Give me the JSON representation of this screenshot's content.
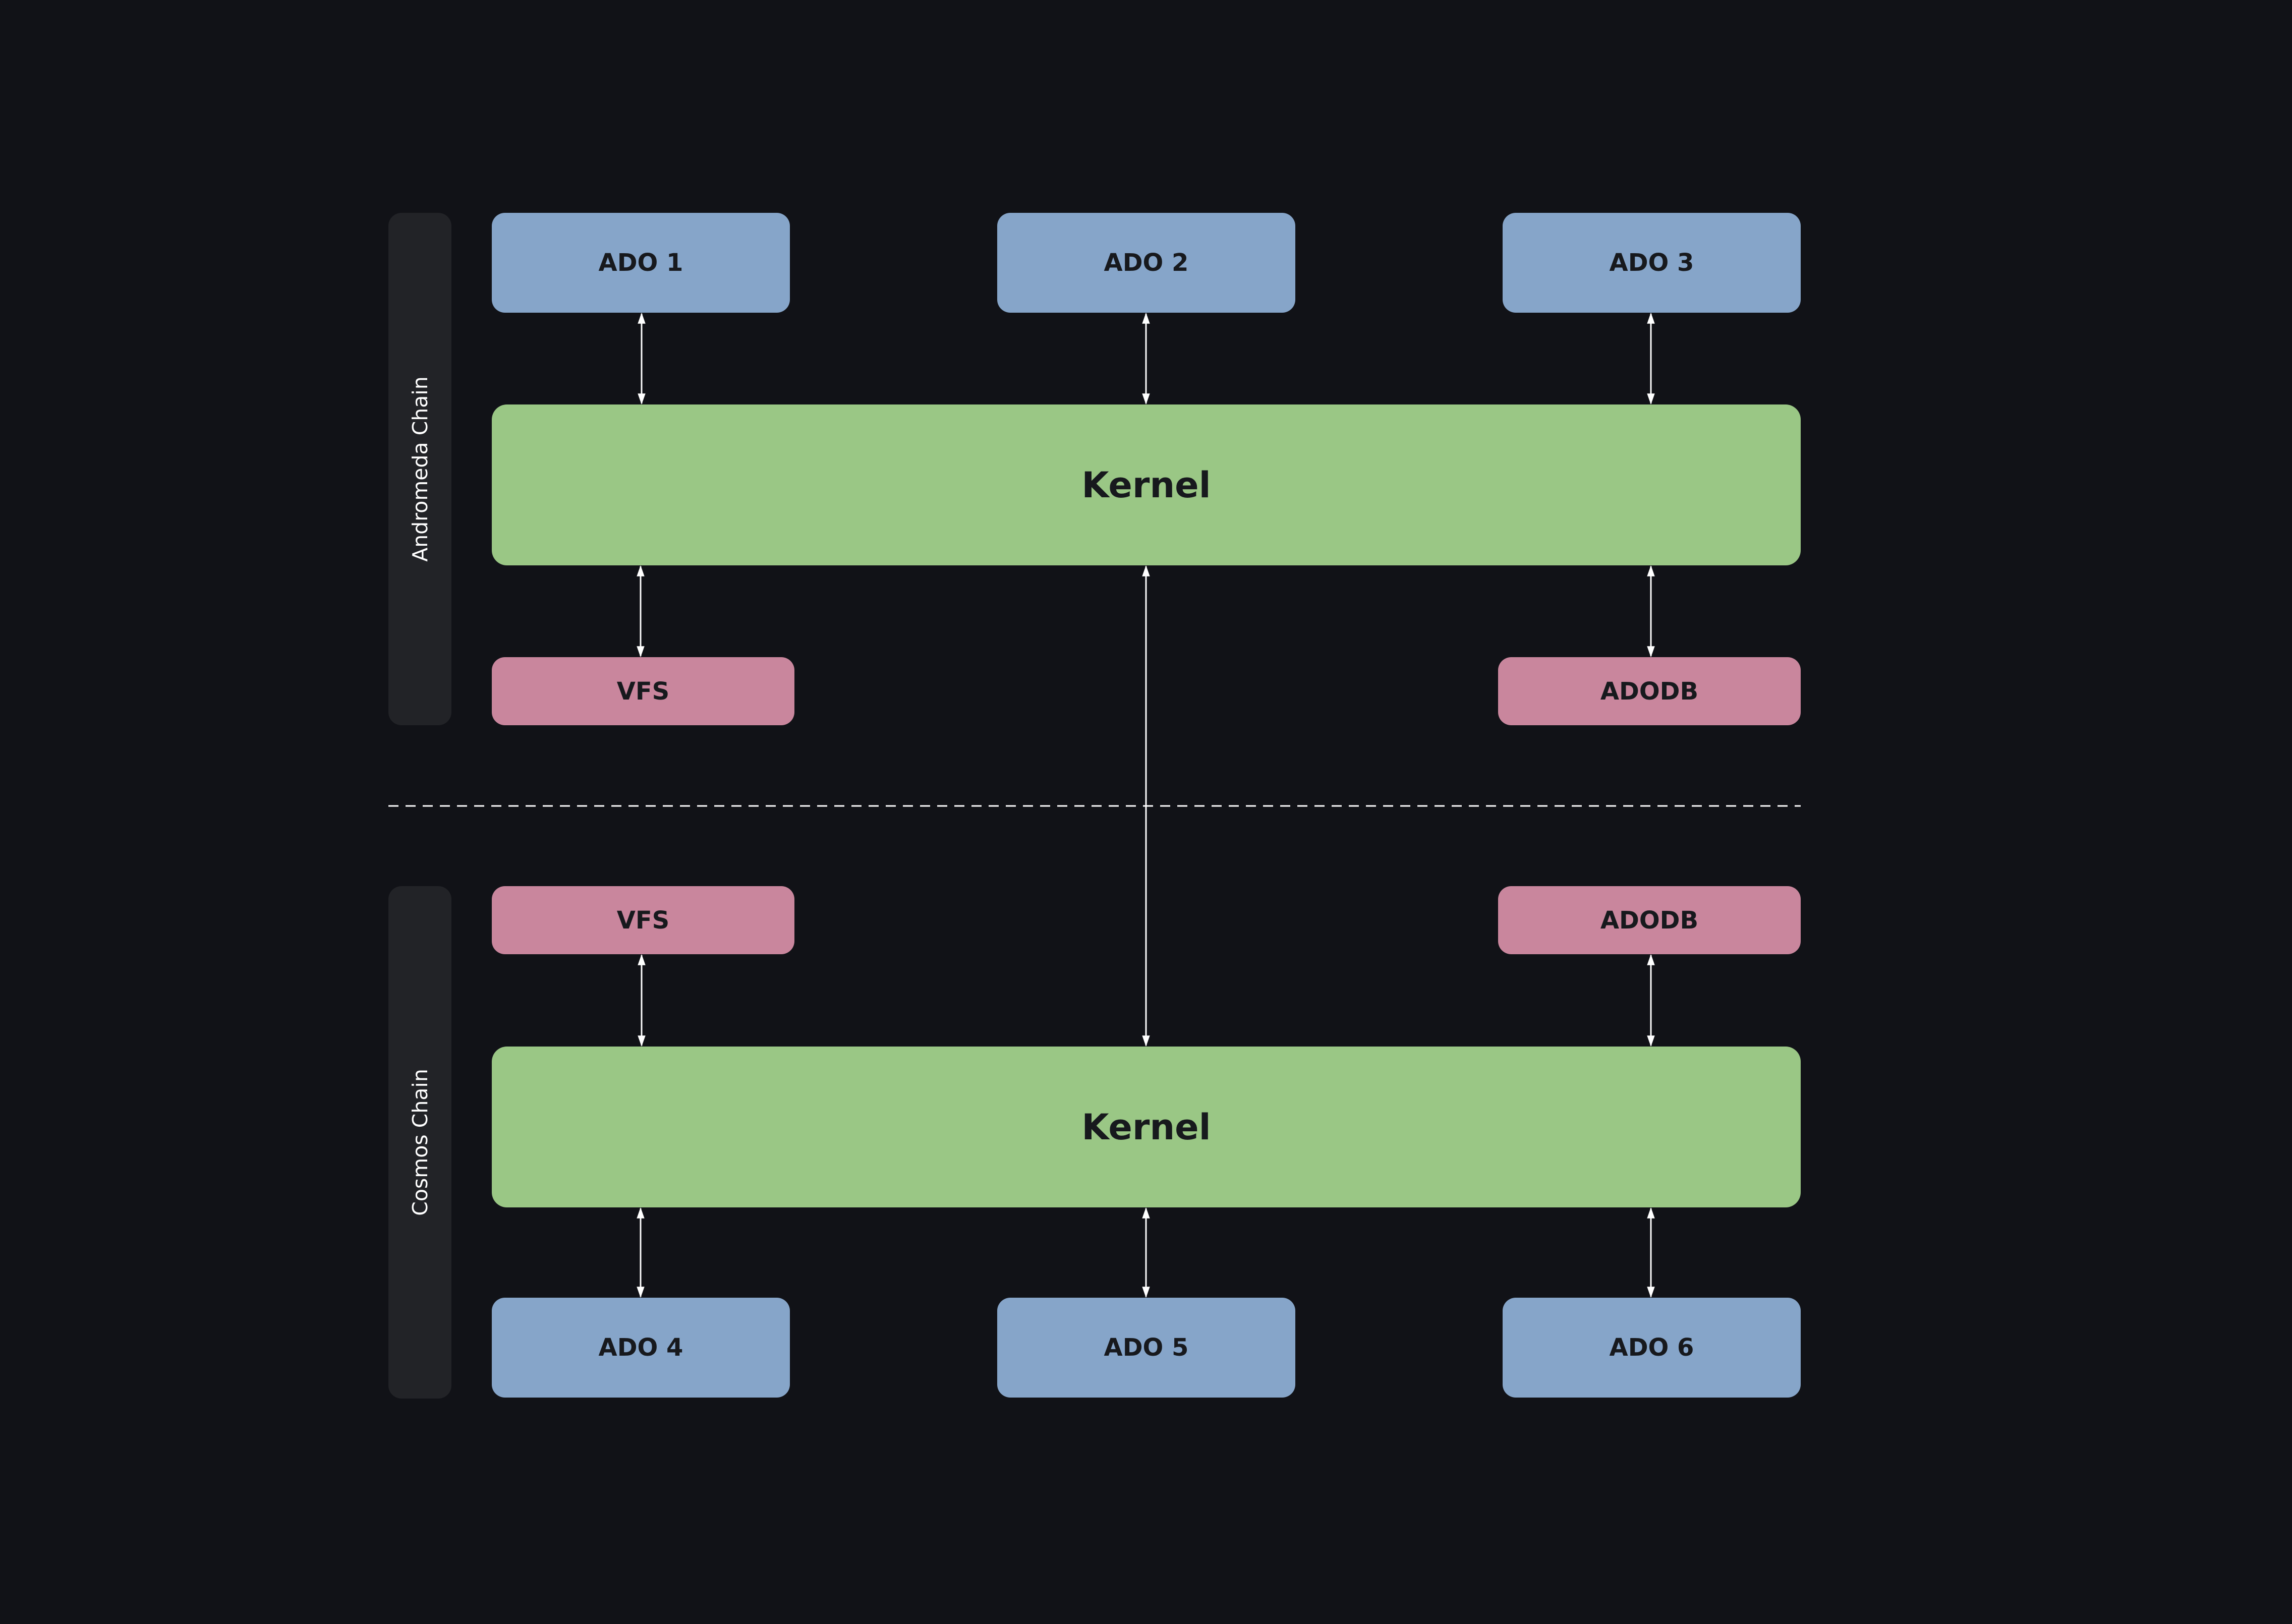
{
  "colors": {
    "background": "#111217",
    "lane": "#222327",
    "ado": "#86a5c9",
    "storage": "#c9869d",
    "kernel": "#9ac785",
    "connector": "#ffffff"
  },
  "andromeda": {
    "label": "Andromeda Chain",
    "ados": [
      "ADO 1",
      "ADO 2",
      "ADO 3"
    ],
    "kernel": "Kernel",
    "vfs": "VFS",
    "adodb": "ADODB"
  },
  "cosmos": {
    "label": "Cosmos Chain",
    "vfs": "VFS",
    "adodb": "ADODB",
    "kernel": "Kernel",
    "ados": [
      "ADO 4",
      "ADO 5",
      "ADO 6"
    ]
  }
}
